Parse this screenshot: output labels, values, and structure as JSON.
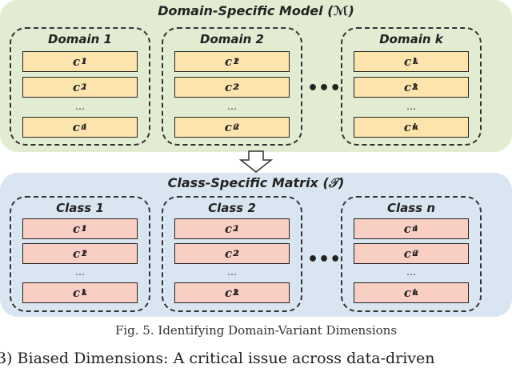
{
  "top_panel": {
    "title": "Domain-Specific Model (ℳ)",
    "fill_color": "#e2ecd3",
    "cell_color": "#fde4ad",
    "groups": [
      {
        "title": "Domain 1",
        "cells": [
          {
            "base": "c",
            "sup": "1",
            "sub": "1"
          },
          {
            "base": "c",
            "sup": "2",
            "sub": "1"
          },
          {
            "base": "c",
            "sup": "n",
            "sub": "1"
          }
        ]
      },
      {
        "title": "Domain 2",
        "cells": [
          {
            "base": "c",
            "sup": "1",
            "sub": "2"
          },
          {
            "base": "c",
            "sup": "2",
            "sub": "2"
          },
          {
            "base": "c",
            "sup": "n",
            "sub": "2"
          }
        ]
      },
      {
        "title": "Domain k",
        "cells": [
          {
            "base": "c",
            "sup": "1",
            "sub": "k"
          },
          {
            "base": "c",
            "sup": "2",
            "sub": "k"
          },
          {
            "base": "c",
            "sup": "n",
            "sub": "k"
          }
        ]
      }
    ]
  },
  "bottom_panel": {
    "title": "Class-Specific Matrix (𝒯)",
    "fill_color": "#d9e6f1",
    "cell_color": "#f8cfc2",
    "groups": [
      {
        "title": "Class 1",
        "cells": [
          {
            "base": "c",
            "sup": "1",
            "sub": "1"
          },
          {
            "base": "c",
            "sup": "1",
            "sub": "2"
          },
          {
            "base": "c",
            "sup": "1",
            "sub": "k"
          }
        ]
      },
      {
        "title": "Class 2",
        "cells": [
          {
            "base": "c",
            "sup": "2",
            "sub": "1"
          },
          {
            "base": "c",
            "sup": "2",
            "sub": "2"
          },
          {
            "base": "c",
            "sup": "2",
            "sub": "k"
          }
        ]
      },
      {
        "title": "Class n",
        "cells": [
          {
            "base": "c",
            "sup": "n",
            "sub": "1"
          },
          {
            "base": "c",
            "sup": "n",
            "sub": "2"
          },
          {
            "base": "c",
            "sup": "n",
            "sub": "k"
          }
        ]
      }
    ]
  },
  "ellipsis_vertical": "…",
  "ellipsis_horizontal": "•••",
  "arrow_icon": "down-arrow-icon",
  "caption": "Fig. 5.  Identifying Domain-Variant Dimensions",
  "body_text": "3)  Biased Dimensions:  A critical issue across data-driven"
}
